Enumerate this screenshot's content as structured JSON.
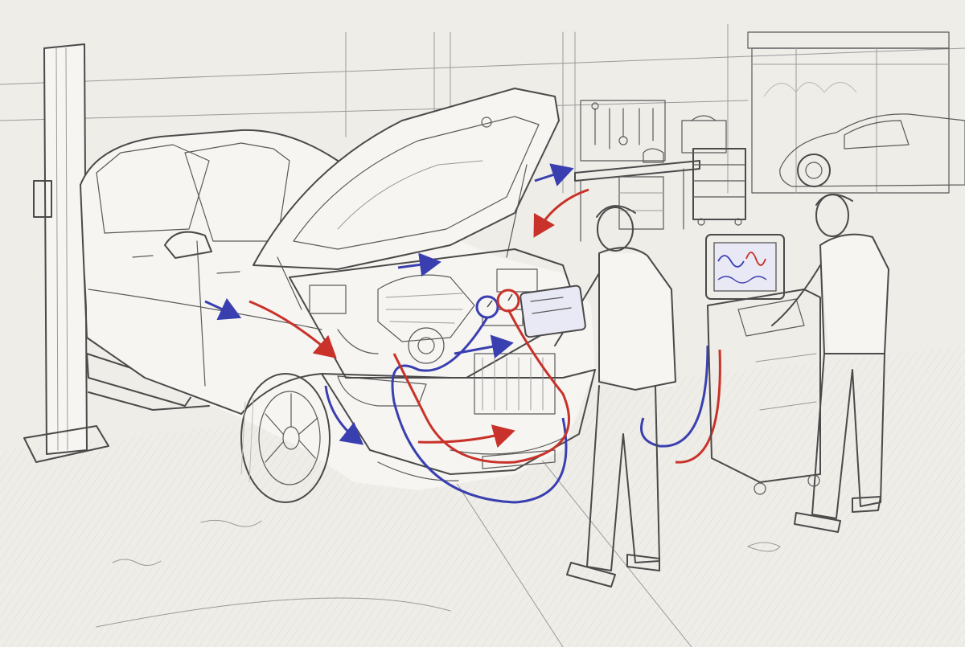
{
  "image": {
    "style": "pencil sketch with red and blue accents",
    "colors": {
      "paper": "#efede8",
      "pencil": "#4a4a4a",
      "hot_line_red": "#c8322a",
      "cold_line_blue": "#3a3fb0"
    }
  },
  "scene": {
    "icons": [
      "car",
      "open-hood",
      "engine",
      "manifold-gauges",
      "tablet",
      "ac-service-station",
      "workbench",
      "tool-chest",
      "pegboard",
      "garage-door",
      "parked-car",
      "lift-post"
    ]
  }
}
